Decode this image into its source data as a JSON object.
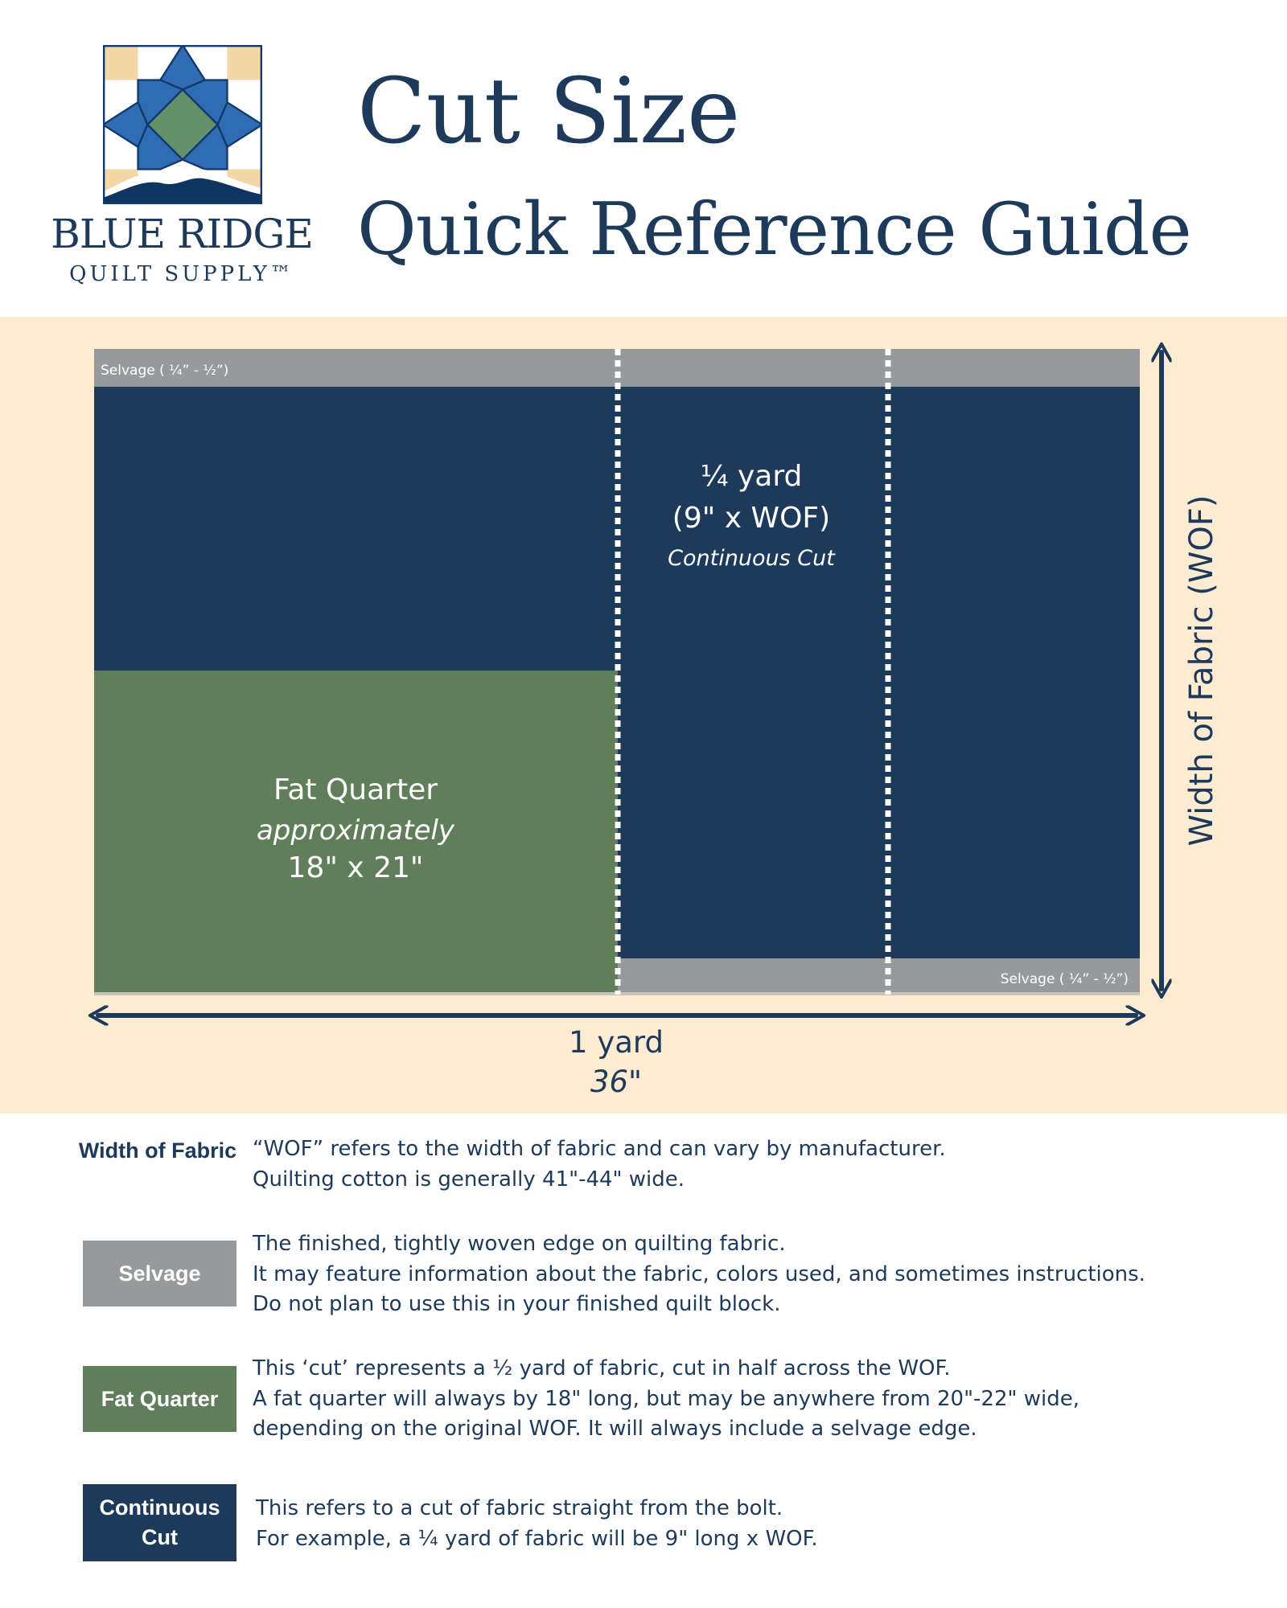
{
  "brand": {
    "line1": "BLUE RIDGE",
    "line2": "QUILT SUPPLY™"
  },
  "title": {
    "line1": "Cut Size",
    "line2": "Quick Reference Guide"
  },
  "colors": {
    "navy": "#1e3a5a",
    "green": "#617e5b",
    "gray": "#97999b",
    "cream": "#fdebd2",
    "logo_tan": "#f4d7a6",
    "logo_blue": "#2f6cb3",
    "logo_green": "#64906a"
  },
  "diagram": {
    "selvage_top": "Selvage ( ¼” - ½”)",
    "selvage_bottom": "Selvage ( ¼” - ½”)",
    "quarter_yard": {
      "line1": "¼ yard",
      "line2": "(9\" x WOF)",
      "line3": "Continuous Cut"
    },
    "fat_quarter": {
      "line1": "Fat Quarter",
      "line2": "approximately",
      "line3": "18\" x 21\""
    },
    "width_label": "Width of Fabric (WOF)",
    "length_label": {
      "line1": "1 yard",
      "line2": "36\""
    }
  },
  "legend": {
    "wof": {
      "title": "Width of Fabric",
      "lines": [
        "“WOF” refers to the width of fabric and can vary by manufacturer.",
        "Quilting cotton is generally 41\"-44\" wide."
      ]
    },
    "selvage": {
      "label": "Selvage",
      "lines": [
        "The finished, tightly woven edge on quilting fabric.",
        "It may feature information about the fabric, colors used, and sometimes instructions.",
        "Do not plan to use this in your finished quilt block."
      ]
    },
    "fat_quarter": {
      "label": "Fat Quarter",
      "lines": [
        "This ‘cut’ represents a ½ yard of fabric, cut in half across the WOF.",
        "A fat quarter will always by 18\" long, but may be anywhere from 20\"-22\" wide,",
        "depending on the original WOF. It will always include a selvage edge."
      ]
    },
    "continuous_cut": {
      "label": "Continuous Cut",
      "lines": [
        "This refers to a cut of fabric straight from the bolt.",
        "For example, a ¼ yard of fabric will be 9\" long x WOF."
      ]
    }
  }
}
